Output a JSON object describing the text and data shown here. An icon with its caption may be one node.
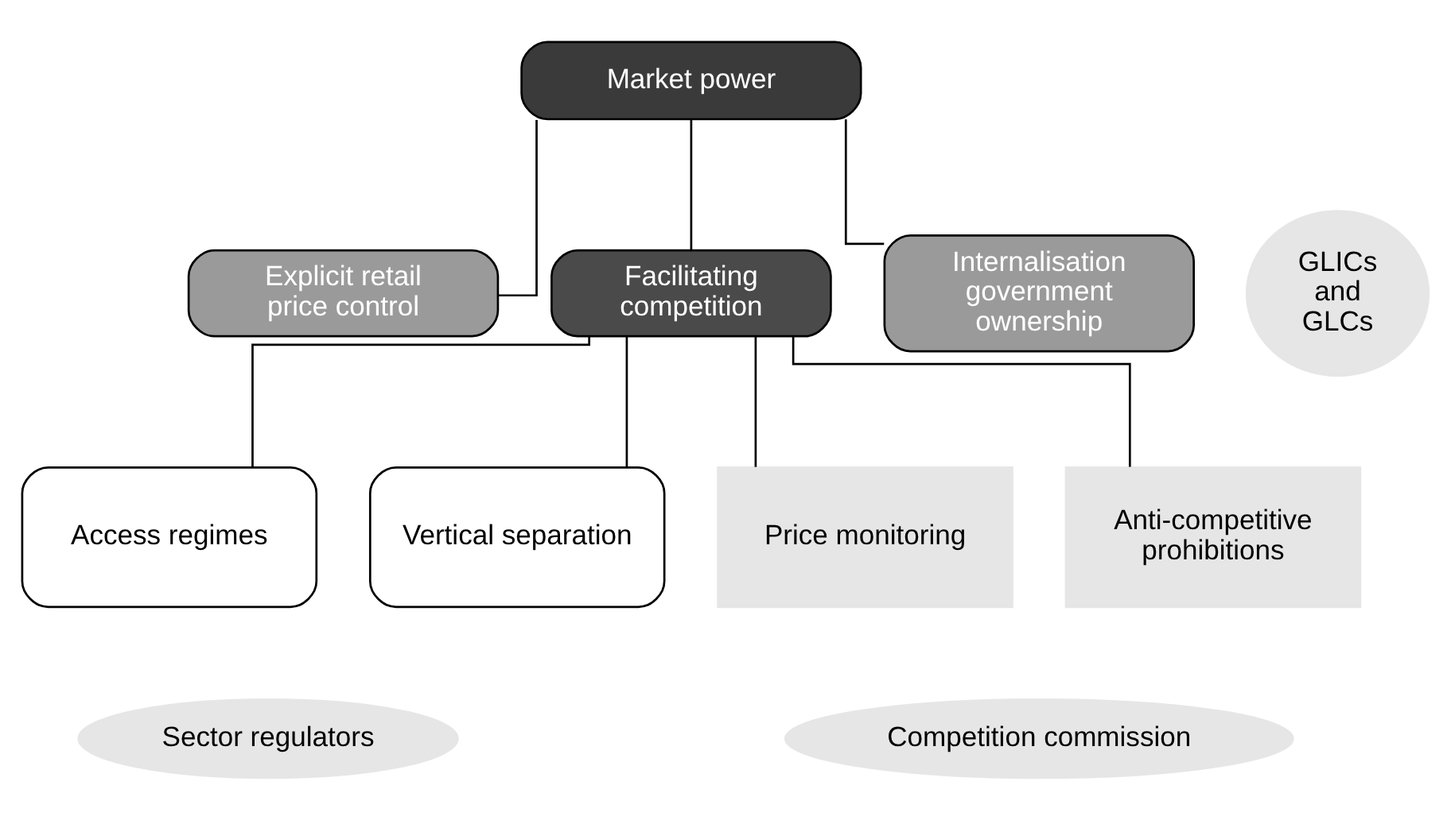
{
  "diagram": {
    "nodes": [
      {
        "text": [
          "Market power"
        ]
      },
      {
        "text": [
          "Explicit retail price control"
        ]
      },
      {
        "text": [
          "Facilitating competition"
        ]
      },
      {
        "text": [
          "Internalisation government ownership"
        ]
      },
      {
        "text": [
          "GLICs and GLCs"
        ]
      },
      {
        "text": [
          "Access regimes"
        ]
      },
      {
        "text": [
          "Vertical separation"
        ]
      },
      {
        "text": [
          "Price monitoring"
        ]
      },
      {
        "text": [
          "Anti-competitive prohibitions"
        ]
      },
      {
        "text": [
          "Sector regulators"
        ]
      },
      {
        "text": [
          "Competition commission"
        ]
      }
    ],
    "edges": [
      {
        "from": 0,
        "to": 1,
        "arrow": "none"
      },
      {
        "from": 0,
        "to": 2,
        "arrow": "none"
      },
      {
        "from": 0,
        "to": 3,
        "arrow": "none"
      },
      {
        "from": 2,
        "to": 5,
        "arrow": "none"
      },
      {
        "from": 2,
        "to": 6,
        "arrow": "none"
      },
      {
        "from": 2,
        "to": 7,
        "arrow": "none"
      },
      {
        "from": 2,
        "to": 8,
        "arrow": "none"
      }
    ]
  }
}
